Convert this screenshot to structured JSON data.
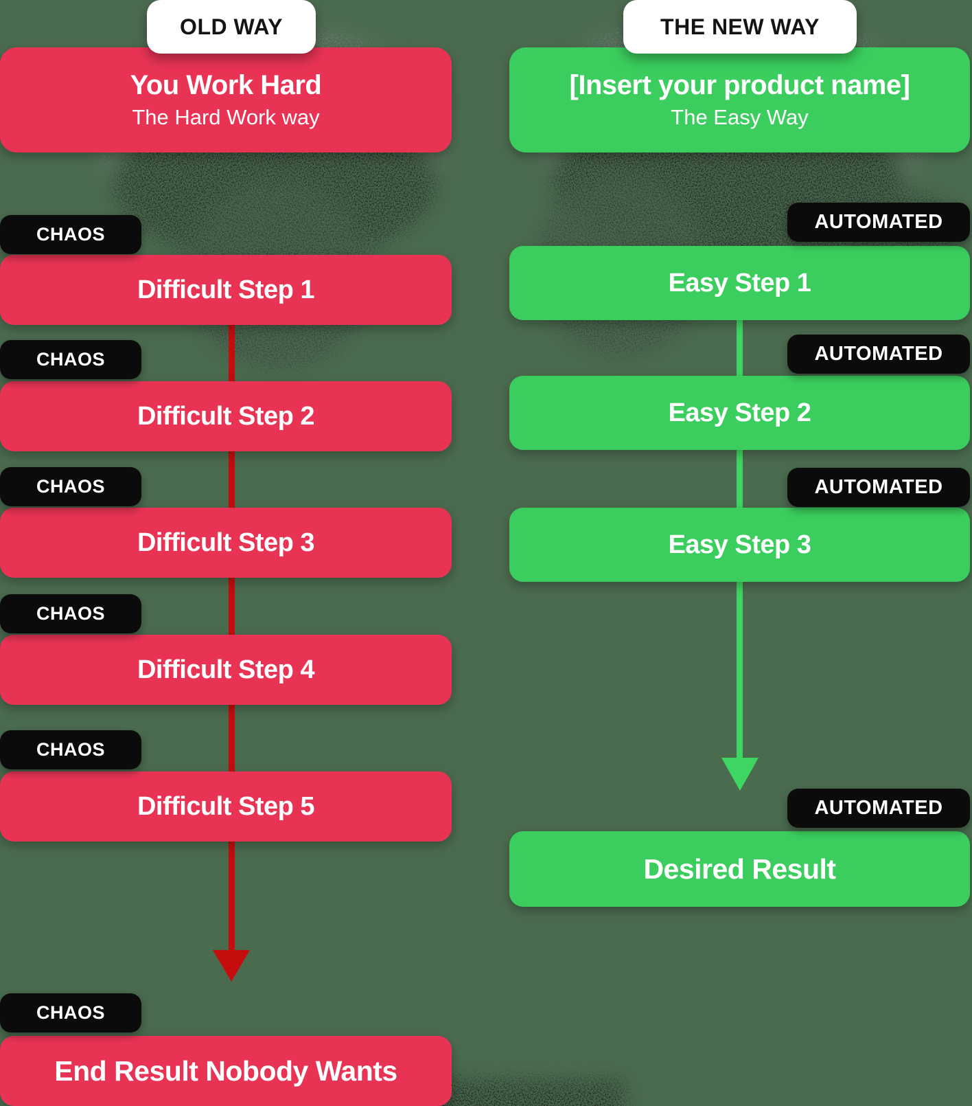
{
  "colors": {
    "background": "#4B6B4F",
    "red": "#E93355",
    "dark_red": "#C50D0D",
    "green": "#3BCE5E",
    "bright_green": "#3FD563",
    "badge_black": "#0B0B0B",
    "badge_white": "#FFFFFF",
    "text_white": "#FFFFFF",
    "text_black": "#141414"
  },
  "old_way": {
    "badge_label": "OLD WAY",
    "header": {
      "title": "You Work Hard",
      "subtitle": "The Hard Work way"
    },
    "tag_label": "CHAOS",
    "steps": [
      "Difficult Step 1",
      "Difficult Step 2",
      "Difficult Step 3",
      "Difficult Step 4",
      "Difficult Step 5"
    ],
    "result": "End Result Nobody Wants"
  },
  "new_way": {
    "badge_label": "THE NEW WAY",
    "header": {
      "title": "[Insert your product name]",
      "subtitle": "The Easy Way"
    },
    "tag_label": "AUTOMATED",
    "steps": [
      "Easy Step 1",
      "Easy Step 2",
      "Easy Step 3"
    ],
    "result": "Desired Result"
  }
}
